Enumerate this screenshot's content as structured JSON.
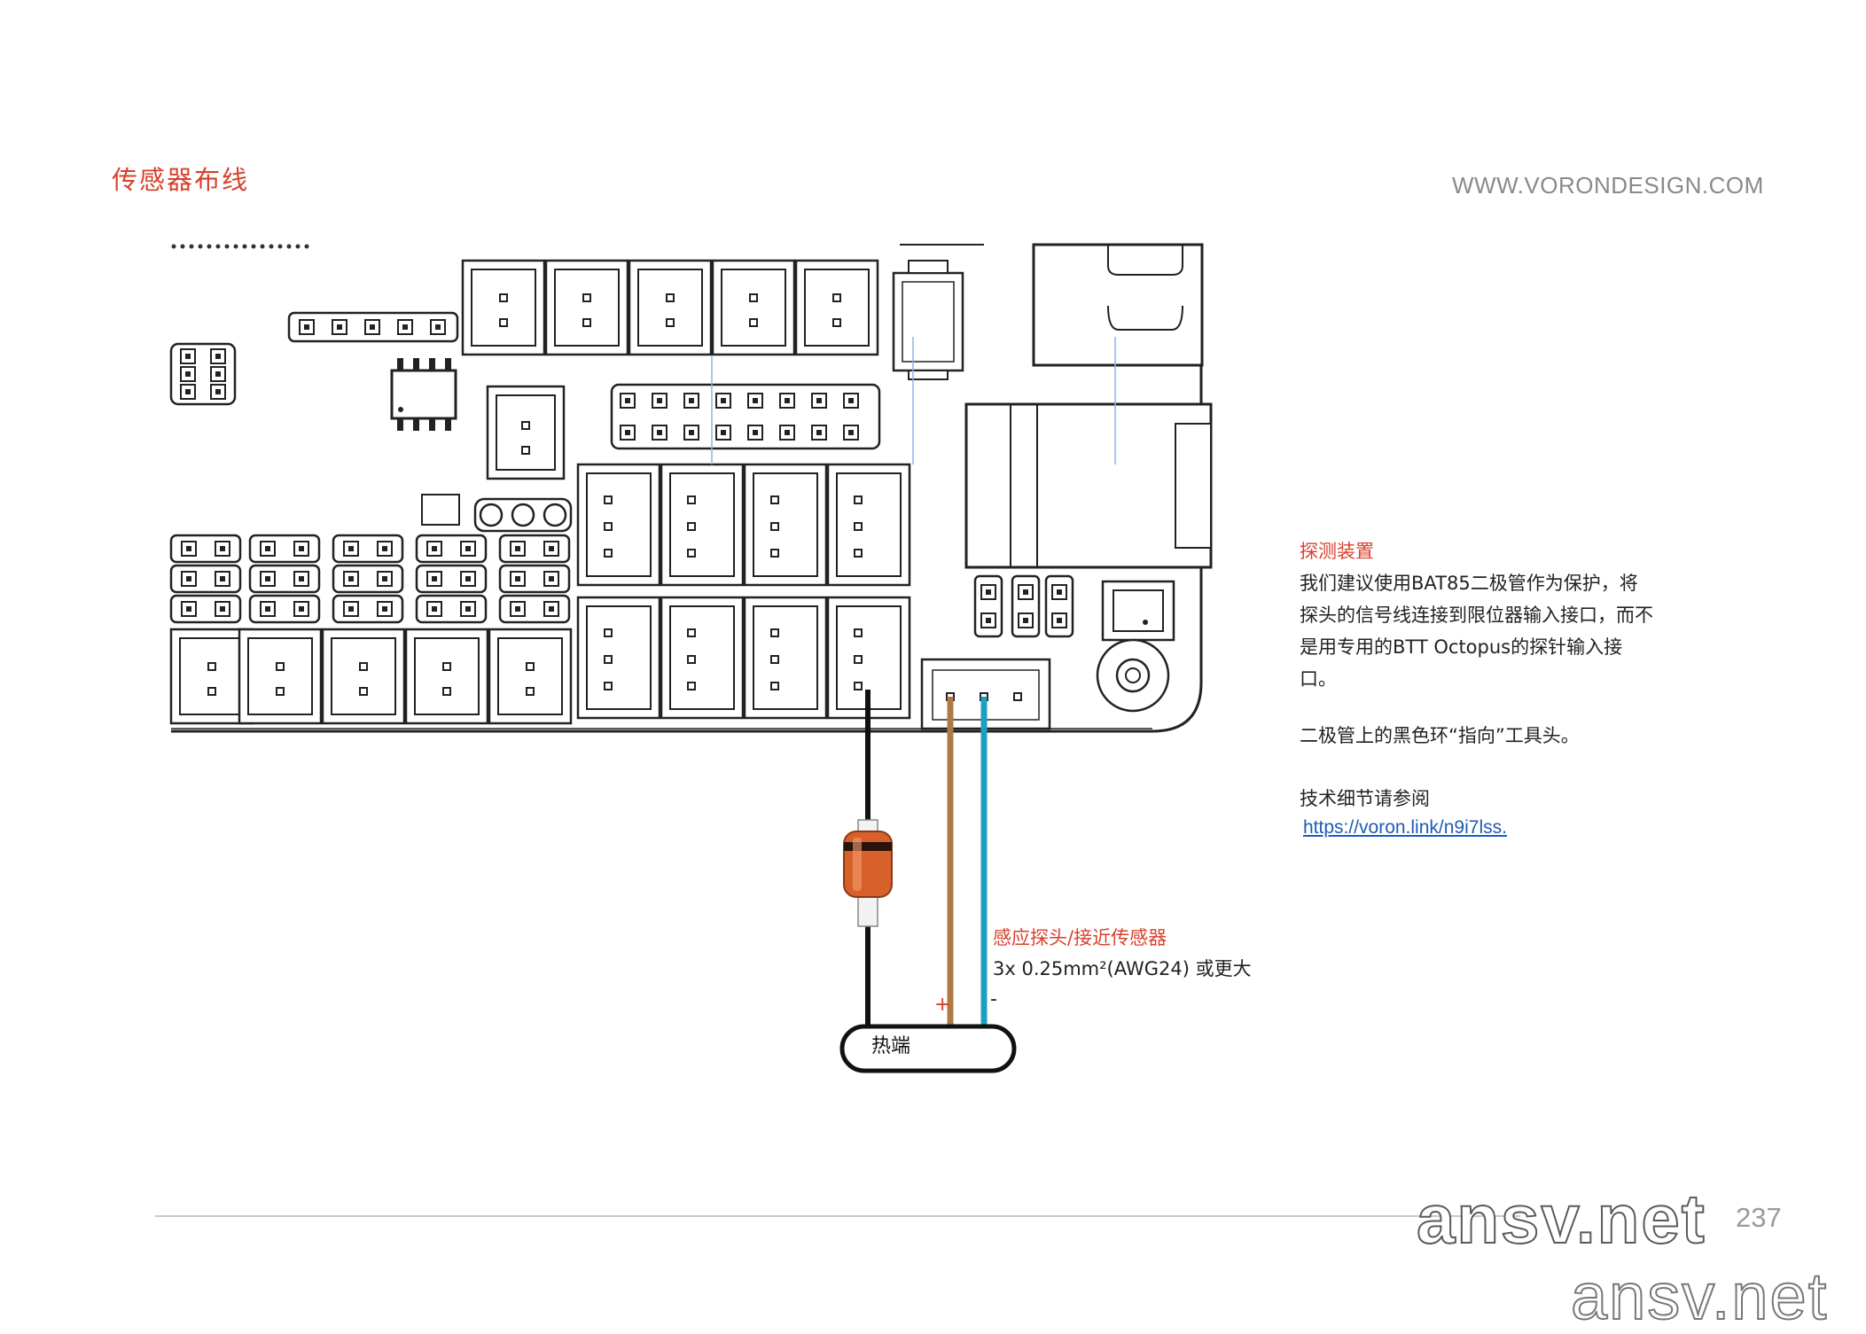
{
  "page": {
    "title": "传感器布线",
    "site_url": "WWW.VORONDESIGN.COM",
    "page_number": "237"
  },
  "side_notes": {
    "heading": "探测装置",
    "para1": "我们建议使用BAT85二极管作为保护，将探头的信号线连接到限位器输入接口，而不是用专用的BTT Octopus的探针输入接口。",
    "para2": "二极管上的黑色环“指向”工具头。",
    "para3": "技术细节请参阅",
    "link": "https://voron.link/n9i7lss."
  },
  "wiring": {
    "heading": "感应探头/接近传感器",
    "spec": "3x 0.25mm²(AWG24) 或更大",
    "plus": "+",
    "minus": "-",
    "hotend": "热端"
  },
  "colors": {
    "accent_red": "#d8402c",
    "wire_brown": "#b07a45",
    "wire_cyan": "#1aa0c4",
    "wire_black": "#111111",
    "link_blue": "#1f5bb5",
    "diode_orange": "#d8602a"
  },
  "watermarks": [
    "ansv.net",
    "ansv.net"
  ]
}
